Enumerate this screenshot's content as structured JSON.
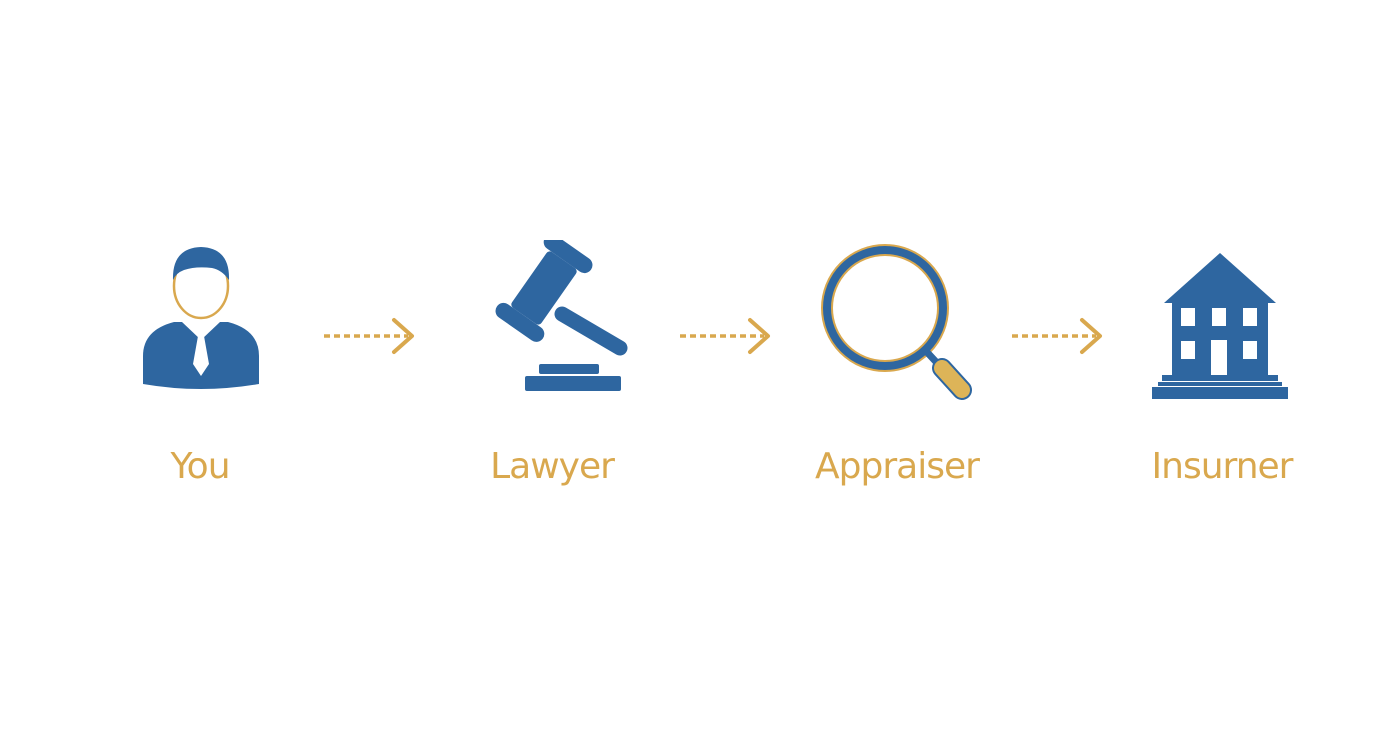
{
  "colors": {
    "primary_blue": "#2E66A0",
    "accent_gold": "#D9A84E",
    "background": "#ffffff"
  },
  "flow": {
    "steps": [
      {
        "label": "You",
        "icon": "person-icon"
      },
      {
        "label": "Lawyer",
        "icon": "gavel-icon"
      },
      {
        "label": "Appraiser",
        "icon": "magnifying-glass-icon"
      },
      {
        "label": "Insurner",
        "icon": "house-icon"
      }
    ],
    "connectors": [
      {
        "icon": "dashed-arrow-right-icon"
      },
      {
        "icon": "dashed-arrow-right-icon"
      },
      {
        "icon": "dashed-arrow-right-icon"
      }
    ]
  }
}
